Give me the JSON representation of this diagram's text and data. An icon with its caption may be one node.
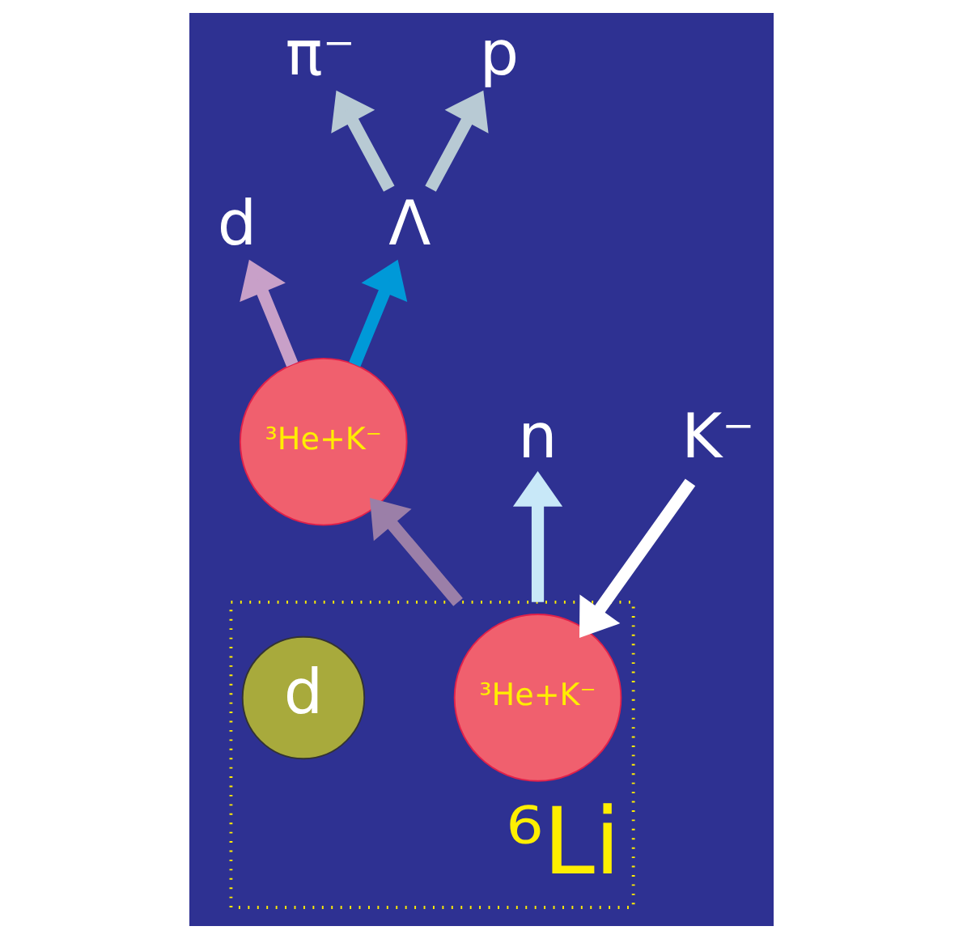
{
  "diagram": {
    "nodes": [
      {
        "text": [
          "⁶Li"
        ]
      },
      {
        "text": [
          "³He+K⁻"
        ],
        "in": 0
      },
      {
        "text": [
          "d"
        ],
        "in": 0
      },
      {
        "text": [
          "³He+K⁻"
        ]
      },
      {
        "text": [
          "K⁻"
        ]
      },
      {
        "text": [
          "n"
        ]
      },
      {
        "text": [
          "d"
        ]
      },
      {
        "text": [
          "Λ"
        ]
      },
      {
        "text": [
          "π⁻"
        ]
      },
      {
        "text": [
          "p"
        ]
      }
    ],
    "edges": [
      {
        "from": 4,
        "to": 1,
        "arrow": "to",
        "color": "#ffffff"
      },
      {
        "from": 0,
        "to": 3,
        "arrow": "to",
        "color": "#9b7fa8"
      },
      {
        "from": 0,
        "to": 5,
        "arrow": "to",
        "color": "#c8e8f8"
      },
      {
        "from": 3,
        "to": 6,
        "arrow": "to",
        "color": "#c8a0c8"
      },
      {
        "from": 3,
        "to": 7,
        "arrow": "to",
        "color": "#0099d8"
      },
      {
        "from": 7,
        "to": 8,
        "arrow": "to"
      },
      {
        "from": 7,
        "to": 9,
        "arrow": "to"
      }
    ]
  }
}
